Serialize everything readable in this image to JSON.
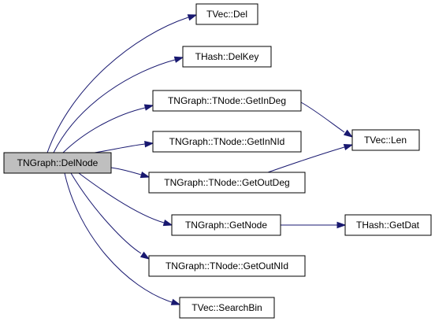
{
  "diagram": {
    "type": "call-graph",
    "colors": {
      "edge": "#191970",
      "root_fill": "#bfbfbf",
      "node_fill": "#ffffff",
      "border": "#000000"
    },
    "nodes": [
      {
        "id": "delnode",
        "label": "TNGraph::DelNode"
      },
      {
        "id": "vec_del",
        "label": "TVec::Del"
      },
      {
        "id": "hash_delkey",
        "label": "THash::DelKey"
      },
      {
        "id": "getindeg",
        "label": "TNGraph::TNode::GetInDeg"
      },
      {
        "id": "getinnid",
        "label": "TNGraph::TNode::GetInNId"
      },
      {
        "id": "getoutdeg",
        "label": "TNGraph::TNode::GetOutDeg"
      },
      {
        "id": "getnode",
        "label": "TNGraph::GetNode"
      },
      {
        "id": "getoutnid",
        "label": "TNGraph::TNode::GetOutNId"
      },
      {
        "id": "searchbin",
        "label": "TVec::SearchBin"
      },
      {
        "id": "vec_len",
        "label": "TVec::Len"
      },
      {
        "id": "hash_getdat",
        "label": "THash::GetDat"
      }
    ],
    "edges": [
      {
        "from": "delnode",
        "to": "vec_del"
      },
      {
        "from": "delnode",
        "to": "hash_delkey"
      },
      {
        "from": "delnode",
        "to": "getindeg"
      },
      {
        "from": "delnode",
        "to": "getinnid"
      },
      {
        "from": "delnode",
        "to": "getoutdeg"
      },
      {
        "from": "delnode",
        "to": "getnode"
      },
      {
        "from": "delnode",
        "to": "getoutnid"
      },
      {
        "from": "delnode",
        "to": "searchbin"
      },
      {
        "from": "getindeg",
        "to": "vec_len"
      },
      {
        "from": "getoutdeg",
        "to": "vec_len"
      },
      {
        "from": "getnode",
        "to": "hash_getdat"
      }
    ]
  }
}
